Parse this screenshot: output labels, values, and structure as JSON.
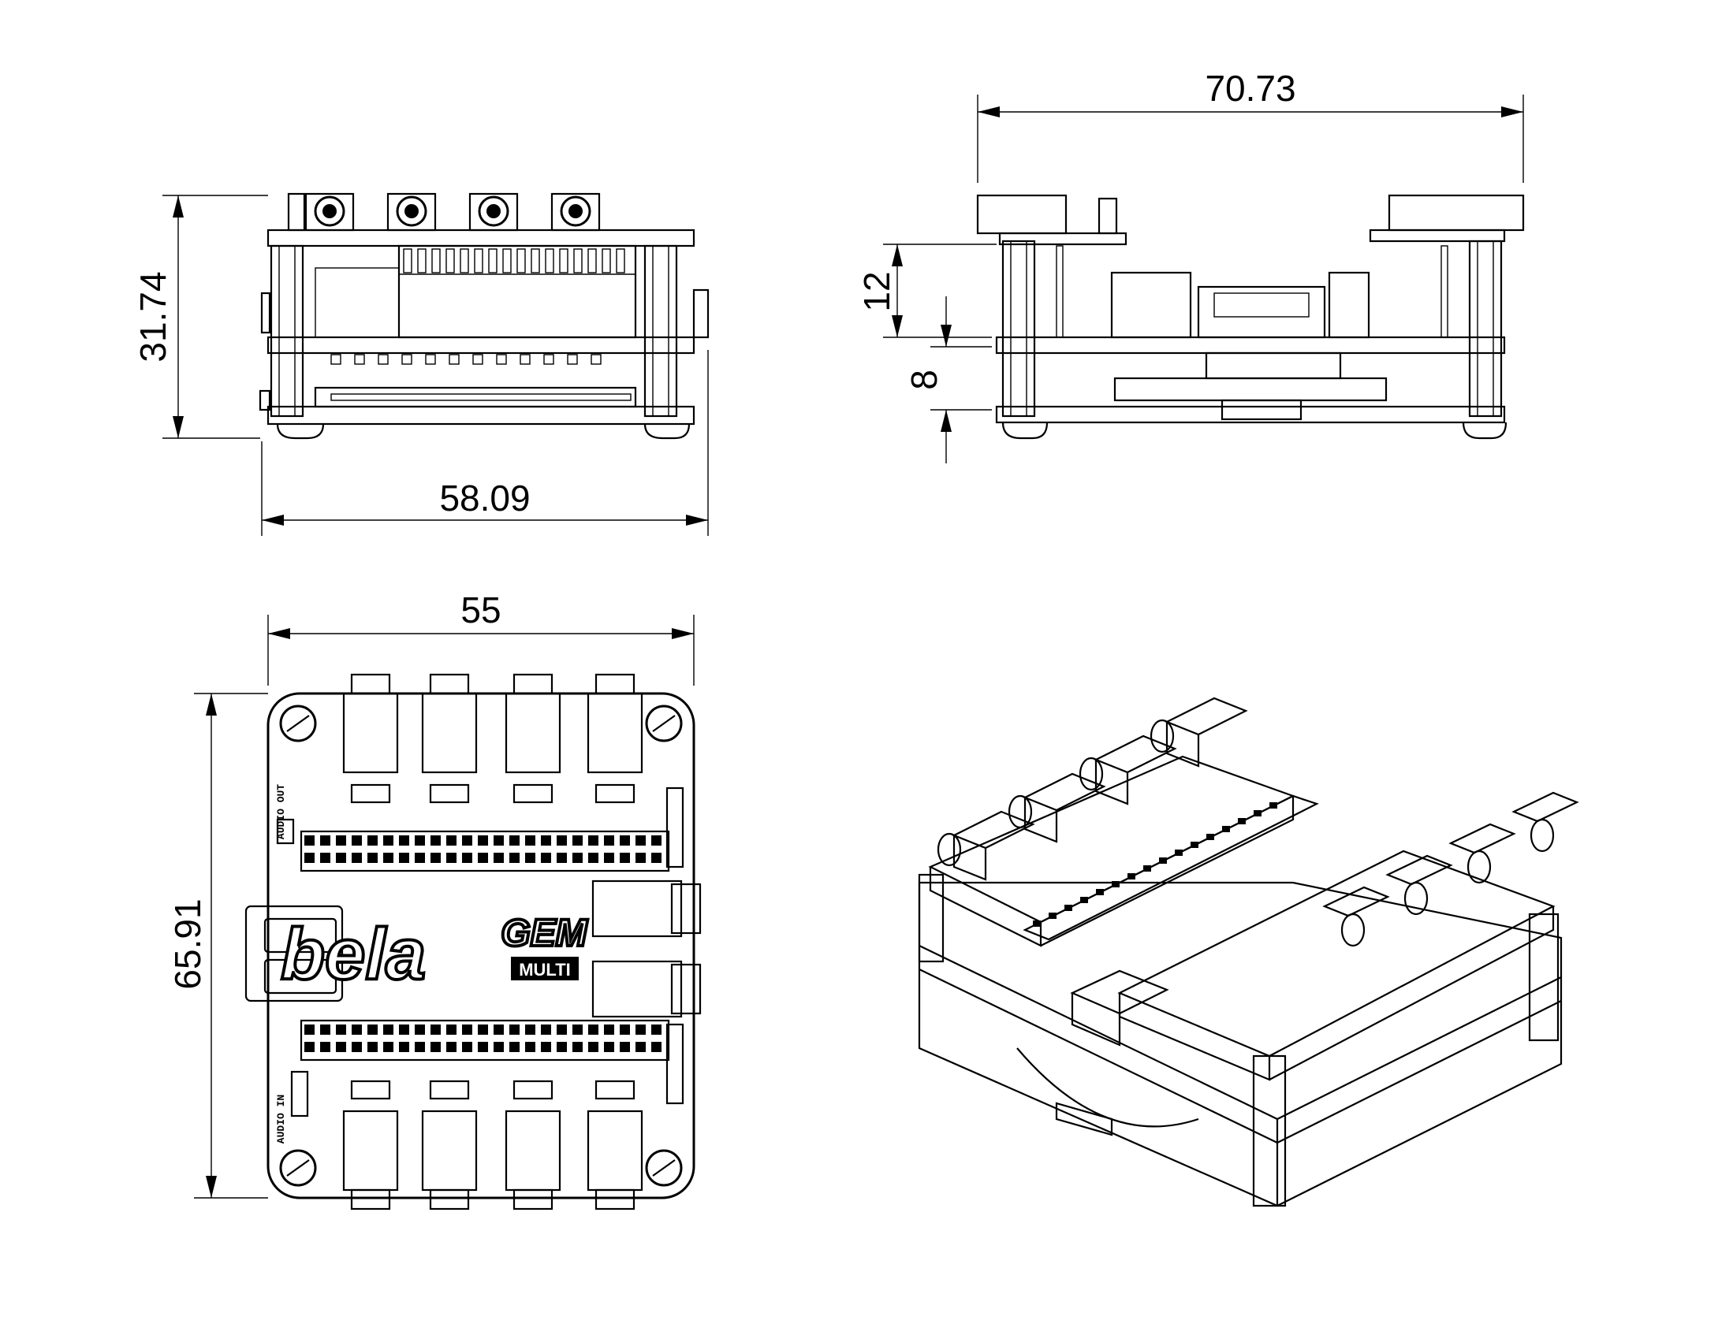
{
  "dimensions": {
    "front_height": "31.74",
    "front_width": "58.09",
    "side_width": "70.73",
    "side_top_gap": "12",
    "side_bottom_gap": "8",
    "top_width": "55",
    "top_height": "65.91"
  },
  "board_labels": {
    "logo": "bela",
    "product": "GEM",
    "variant": "MULTI",
    "audio_out": "AUDIO OUT",
    "audio_in": "AUDIO IN"
  }
}
